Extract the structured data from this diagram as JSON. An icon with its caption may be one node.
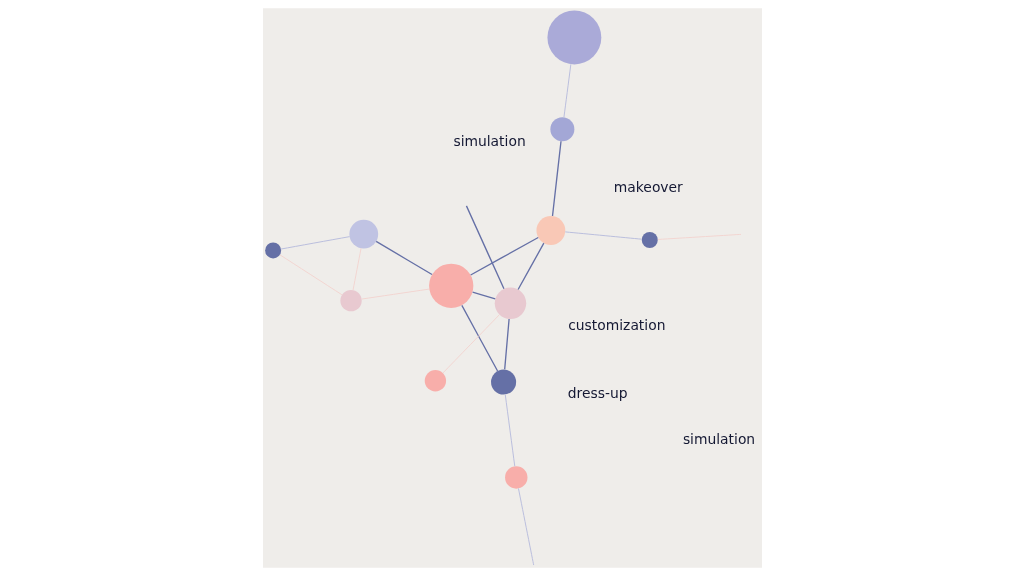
{
  "diagram": {
    "nodes": [
      {
        "text": [],
        "shape": "circle"
      },
      {
        "text": [],
        "shape": "circle"
      },
      {
        "text": [],
        "shape": "circle"
      },
      {
        "text": [],
        "shape": "circle"
      },
      {
        "text": [],
        "shape": "circle"
      },
      {
        "text": [],
        "shape": "circle"
      },
      {
        "text": [],
        "shape": "circle"
      },
      {
        "text": [],
        "shape": "circle"
      },
      {
        "text": [],
        "shape": "circle"
      },
      {
        "text": [],
        "shape": "circle"
      },
      {
        "text": [],
        "shape": "circle"
      },
      {
        "text": [],
        "shape": "circle"
      }
    ],
    "edges": [
      {
        "from": 0,
        "to": 1,
        "arrow": "none",
        "color": "#f2d4d0"
      },
      {
        "from": 0,
        "to": 3,
        "arrow": "none",
        "color": "#f2d4d0"
      },
      {
        "from": 0,
        "to": 2,
        "arrow": "none",
        "color": "#f2d4d0"
      },
      {
        "from": 1,
        "to": 3,
        "arrow": "none",
        "color": "#b8bcdc"
      },
      {
        "from": 2,
        "to": 3,
        "arrow": "none"
      },
      {
        "from": 7,
        "to": 2,
        "arrow": "none"
      },
      {
        "from": 2,
        "to": 10,
        "arrow": "none"
      },
      {
        "from": 2,
        "to": 8,
        "arrow": "none"
      },
      {
        "from": 8,
        "to": 4,
        "arrow": "none"
      },
      {
        "from": 4,
        "to": 5,
        "arrow": "none",
        "color": "#b8bcdc"
      },
      {
        "from": null,
        "to": 6,
        "arrow": "none",
        "color": "#b8bcdc"
      },
      {
        "from": 6,
        "to": 7,
        "arrow": "none",
        "color": "#b8bcdc"
      },
      {
        "from": 7,
        "to": 10,
        "arrow": "none"
      },
      {
        "from": 8,
        "to": 10,
        "arrow": "none"
      },
      {
        "from": 8,
        "to": 9,
        "arrow": "none",
        "color": "#b8bcdc"
      },
      {
        "from": 9,
        "to": null,
        "arrow": "none",
        "color": "#f2d4d0"
      },
      {
        "from": 10,
        "to": null,
        "arrow": "none"
      },
      {
        "from": 11,
        "to": 10,
        "arrow": "none",
        "color": "#f2d4d0"
      }
    ],
    "labels": [
      "makeover",
      "dress-up",
      "simulation",
      "customization",
      "simulation"
    ]
  }
}
